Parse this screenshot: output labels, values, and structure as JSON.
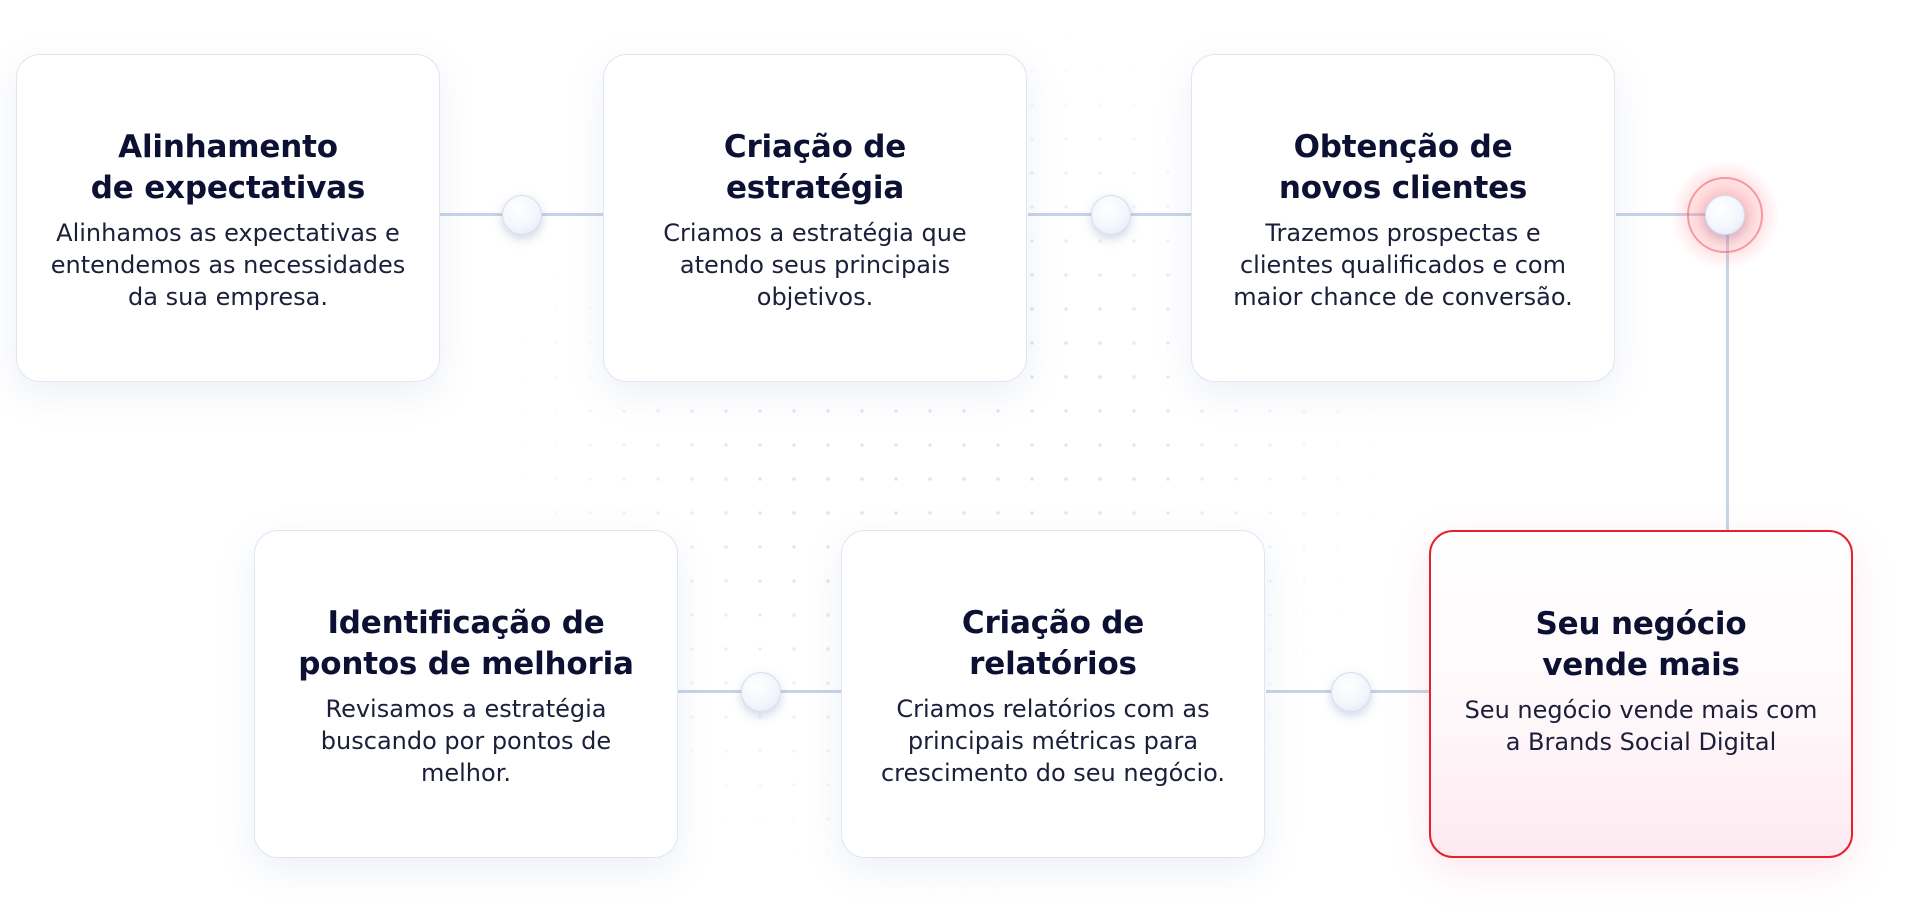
{
  "steps": [
    {
      "title": "Alinhamento\nde expectativas",
      "description": "Alinhamos as expectativas e\nentendemos as necessidades\nda sua empresa."
    },
    {
      "title": "Criação de\nestratégia",
      "description": "Criamos a estratégia que\natendo seus principais\nobjetivos."
    },
    {
      "title": "Obtenção de\nnovos clientes",
      "description": "Trazemos prospectas e\nclientes qualificados e com\nmaior chance de conversão."
    },
    {
      "title": "Seu negócio\nvende mais",
      "description": "Seu negócio vende mais com\na Brands Social Digital"
    },
    {
      "title": "Criação de\nrelatórios",
      "description": "Criamos relatórios com as\nprincipais métricas para\ncrescimento do seu negócio."
    },
    {
      "title": "Identificação de\npontos de melhoria",
      "description": "Revisamos a estratégia\nbuscando por pontos de\nmelhor."
    }
  ],
  "colors": {
    "connector": "#c7d3e8",
    "highlight_border": "#e5212c",
    "title_text": "#0c1033",
    "node_glow": "#ff5a64"
  }
}
